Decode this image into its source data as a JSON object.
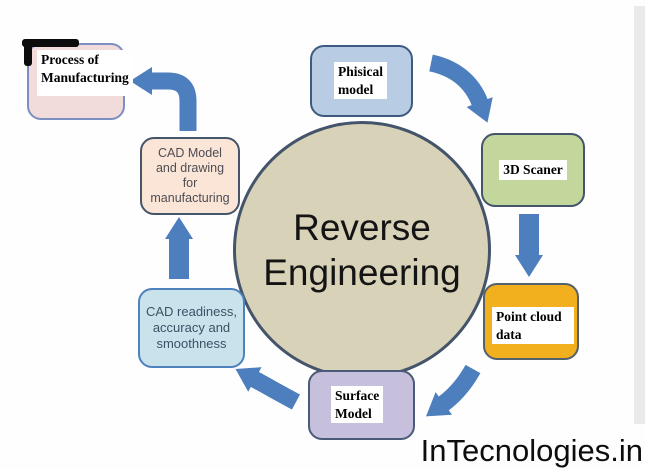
{
  "diagram": {
    "type": "cycle-diagram",
    "title": "Reverse Engineering",
    "center": {
      "label": "Reverse\nEngineering",
      "fill": "#d8d2b8",
      "border": "#44546a"
    },
    "nodes": [
      {
        "id": "physical-model",
        "label": "Phisical\nmodel",
        "fill": "#b8cce4"
      },
      {
        "id": "3d-scanner",
        "label": "3D Scaner",
        "fill": "#c3d69b"
      },
      {
        "id": "point-cloud-data",
        "label": "Point cloud\ndata",
        "fill": "#f2b01e"
      },
      {
        "id": "surface-model",
        "label": "Surface\nModel",
        "fill": "#c7c0dc"
      },
      {
        "id": "cad-readiness",
        "label": "CAD readiness,\naccuracy and\nsmoothness",
        "fill": "#c9e3ec"
      },
      {
        "id": "cad-model",
        "label": "CAD Model\nand drawing\nfor\nmanufacturing",
        "fill": "#fbe5d6"
      },
      {
        "id": "process-of-manufacturing",
        "label": "Process of\nManufacturing",
        "fill": "#f2dcdb"
      }
    ],
    "flow": [
      "Phisical model -> 3D Scaner",
      "3D Scaner -> Point cloud data",
      "Point cloud data -> Surface Model",
      "Surface Model -> CAD readiness, accuracy and smoothness",
      "CAD readiness, accuracy and smoothness -> CAD Model and drawing for manufacturing",
      "CAD Model and drawing for manufacturing -> Process of Manufacturing"
    ],
    "arrow_color": "#4d7ebd"
  },
  "watermark": "InTecnologies.in"
}
